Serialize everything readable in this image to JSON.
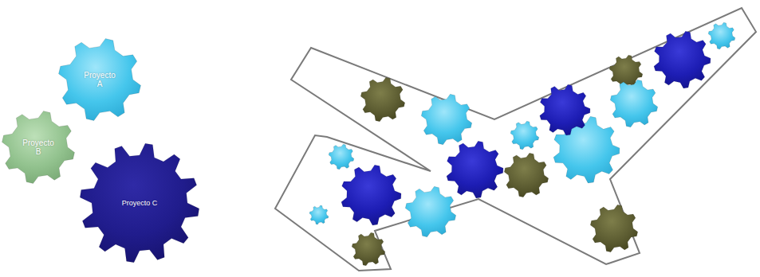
{
  "diagram": {
    "nodes": [
      {
        "text": [
          "Proyecto A"
        ]
      },
      {
        "text": [
          "Proyecto B"
        ]
      },
      {
        "text": [
          "Proyecto C"
        ]
      }
    ]
  }
}
